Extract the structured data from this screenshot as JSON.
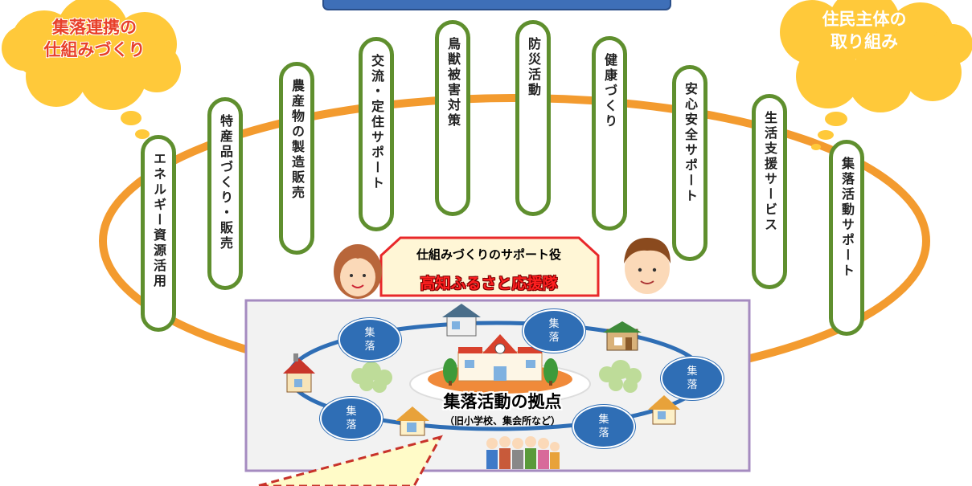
{
  "clouds": {
    "left_line1": "集落連携の",
    "left_line2": "仕組みづくり",
    "right_line1": "住民主体の",
    "right_line2": "取り組み"
  },
  "activities": [
    "エネルギー資源活用",
    "特産品づくり・販売",
    "農産物の製造販売",
    "交流・定住サポート",
    "鳥獣被害対策",
    "防災活動",
    "健康づくり",
    "安心安全サポート",
    "生活支援サービス",
    "集落活動サポート"
  ],
  "supporter": {
    "role": "仕組みづくりのサポート役",
    "name": "高知ふるさと応援隊"
  },
  "hub": {
    "title": "集落活動の拠点",
    "subtitle": "（旧小学校、集会所など）"
  },
  "villages": [
    "集落",
    "集落",
    "集落",
    "集落",
    "集落"
  ],
  "colors": {
    "activity_ring": "#f39b2f",
    "pill_border": "#5f8f2e",
    "cloud": "#ffc93a",
    "cloud_text_left": "#e8402a",
    "cloud_text_right": "#ffffff",
    "village": "#2f6eb5",
    "top_box": "#3e6fb8"
  }
}
